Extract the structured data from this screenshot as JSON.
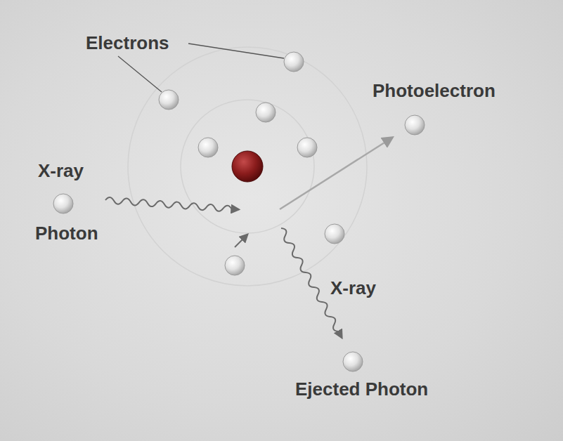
{
  "diagram": {
    "labels": [
      "Electrons",
      "Photoelectron",
      "X-ray",
      "Photon",
      "X-ray",
      "Ejected Photon"
    ]
  }
}
